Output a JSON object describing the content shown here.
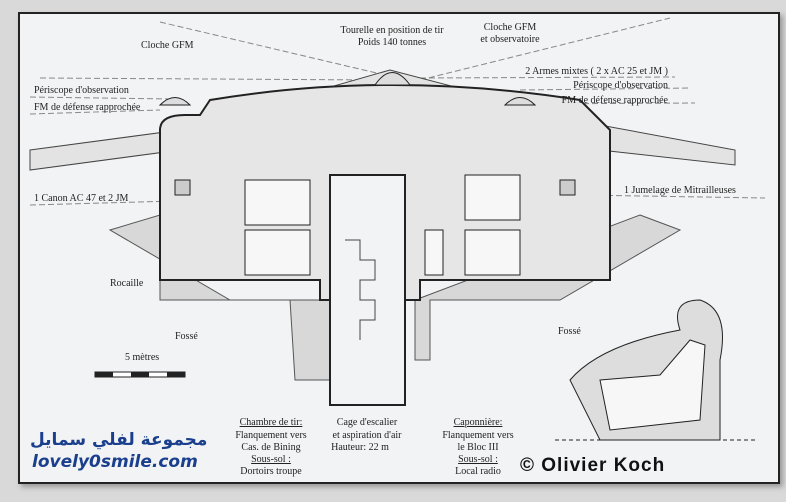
{
  "labels": {
    "cloche_gfm_left": "Cloche GFM",
    "tourelle_line1": "Tourelle en position de tir",
    "tourelle_line2": "Poids 140 tonnes",
    "cloche_gfm_right_line1": "Cloche GFM",
    "cloche_gfm_right_line2": "et observatoire",
    "armes_mixtes": "2 Armes mixtes ( 2 x AC 25 et JM )",
    "periscope_right": "Périscope d'observation",
    "fm_right": "FM de défense rapprochée",
    "periscope_left": "Périscope d'observation",
    "fm_left": "FM de défense rapprochée",
    "canon": "1 Canon AC 47 et 2 JM",
    "jumelage": "1 Jumelage de Mitrailleuses",
    "rocaille": "Rocaille",
    "fosse_left": "Fossé",
    "fosse_right": "Fossé",
    "scale": "5 mètres"
  },
  "captions": {
    "chambre": {
      "title": "Chambre de tir:",
      "line1": "Flanquement vers",
      "line2": "Cas. de Bining",
      "sub_title": "Sous-sol :",
      "sub_line": "Dortoirs troupe"
    },
    "cage": {
      "line1": "Cage d'escalier",
      "line2": "et aspiration d'air",
      "line3": "Hauteur: 22 m"
    },
    "caponniere": {
      "title": "Caponnière:",
      "line1": "Flanquement vers",
      "line2": "le Bloc III",
      "sub_title": "Sous-sol :",
      "sub_line": "Local radio"
    }
  },
  "copyright": "© Olivier Koch",
  "watermark": {
    "arabic": "مجموعة لفلي سمايل",
    "site": "lovely0smile.com"
  }
}
